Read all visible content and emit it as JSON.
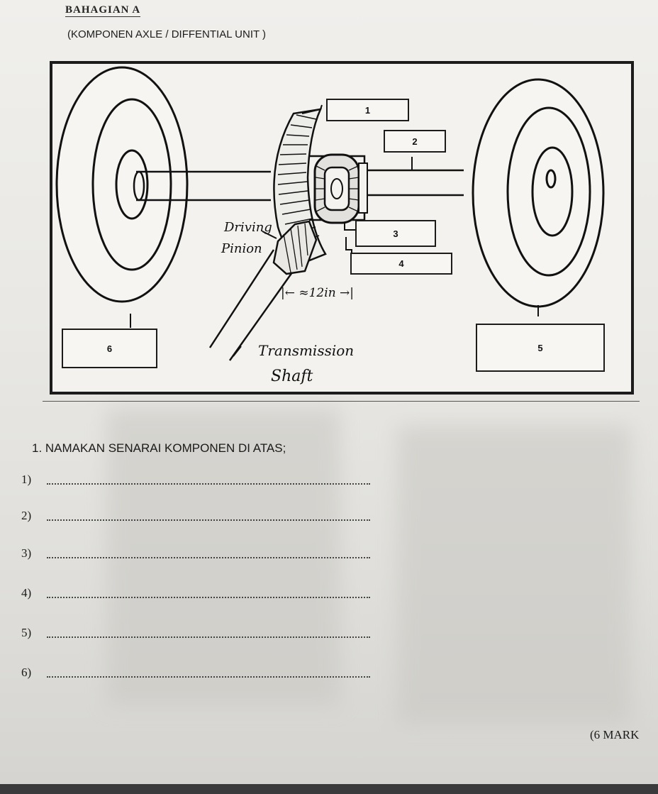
{
  "header": {
    "section": "BAHAGIAN A",
    "subtitle": "(KOMPONEN AXLE / DIFFENTIAL UNIT )"
  },
  "figure": {
    "callouts": [
      "1",
      "2",
      "3",
      "4",
      "5",
      "6"
    ],
    "handwritten": {
      "driving_pinion_line1": "Driving",
      "driving_pinion_line2": "Pinion",
      "dimension": "|← ≈12in →|",
      "transmission": "Transmission",
      "shaft": "Shaft"
    }
  },
  "question": {
    "text": "1. NAMAKAN SENARAI KOMPONEN DI ATAS;",
    "answers": [
      "1)",
      "2)",
      "3)",
      "4)",
      "5)",
      "6)"
    ],
    "marks": "(6 MARK"
  }
}
